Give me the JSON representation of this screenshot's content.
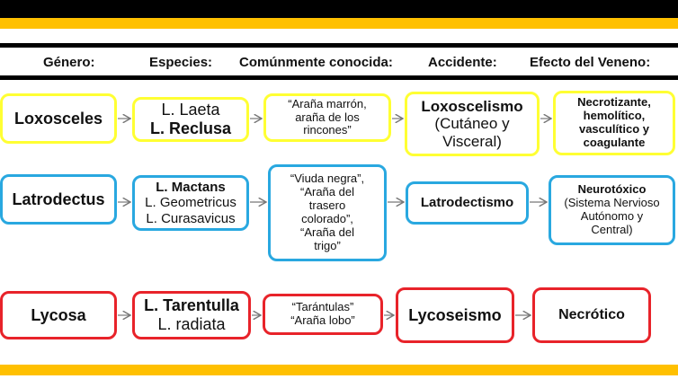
{
  "headers": {
    "genero": "Género:",
    "especies": "Especies:",
    "comun": "Comúnmente conocida:",
    "accidente": "Accidente:",
    "efecto": "Efecto del Veneno:"
  },
  "rows": [
    {
      "genus": "Loxosceles",
      "species": [
        "L. Laeta",
        "L. Reclusa"
      ],
      "common": [
        "“Araña marrón,",
        "araña de los",
        "rincones”"
      ],
      "accident": [
        "Loxoscelismo",
        "(Cutáneo y",
        "Visceral)"
      ],
      "effect": [
        "Necrotizante,",
        "hemolítico,",
        "vasculítico y",
        "coagulante"
      ],
      "color": "#ffff33"
    },
    {
      "genus": "Latrodectus",
      "species": [
        "L. Mactans",
        "L. Geometricus",
        "L. Curasavicus"
      ],
      "common": [
        "“Viuda negra”,",
        "“Araña del",
        "trasero",
        "colorado”,",
        "“Araña del",
        "trigo”"
      ],
      "accident": [
        "Latrodectismo"
      ],
      "effect": [
        "Neurotóxico",
        "(Sistema Nervioso",
        "Autónomo y",
        "Central)"
      ],
      "color": "#29a8e0"
    },
    {
      "genus": "Lycosa",
      "species": [
        "L. Tarentulla",
        "L. radiata"
      ],
      "common": [
        "“Tarántulas”",
        "“Araña lobo”"
      ],
      "accident": [
        "Lycoseismo"
      ],
      "effect": [
        "Necrótico"
      ],
      "color": "#e8232a"
    }
  ],
  "colors": {
    "band_black": "#000000",
    "band_yellow": "#ffc000",
    "arrow": "#777777"
  }
}
